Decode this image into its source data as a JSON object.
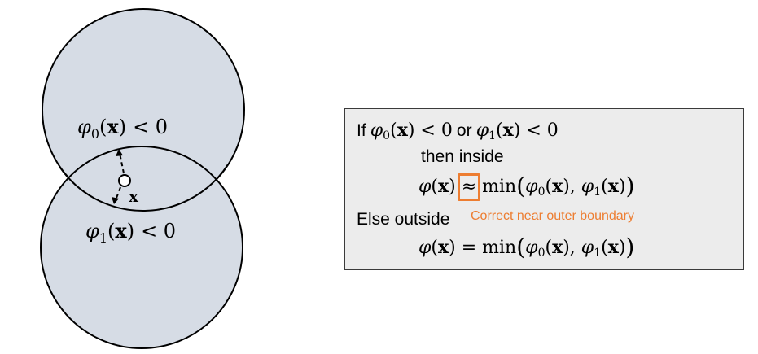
{
  "colors": {
    "circle_fill": "#d6dce5",
    "circle_stroke": "#000000",
    "box_fill": "#ececec",
    "accent": "#ed7d31"
  },
  "diagram": {
    "circle0_label": {
      "func": "φ",
      "sub": "0",
      "arg": "x",
      "rel": "< 0"
    },
    "circle1_label": {
      "func": "φ",
      "sub": "1",
      "arg": "x",
      "rel": "< 0"
    },
    "point_label": "x"
  },
  "condition": {
    "if_word": "If",
    "or_word": "or",
    "then_text": "then inside",
    "approx_symbol": "≈",
    "min_word": "min",
    "else_text": "Else outside",
    "equals_symbol": "=",
    "note": "Correct near outer boundary",
    "phi": "φ",
    "x": "x",
    "sub0": "0",
    "sub1": "1",
    "lt_zero": "< 0"
  }
}
